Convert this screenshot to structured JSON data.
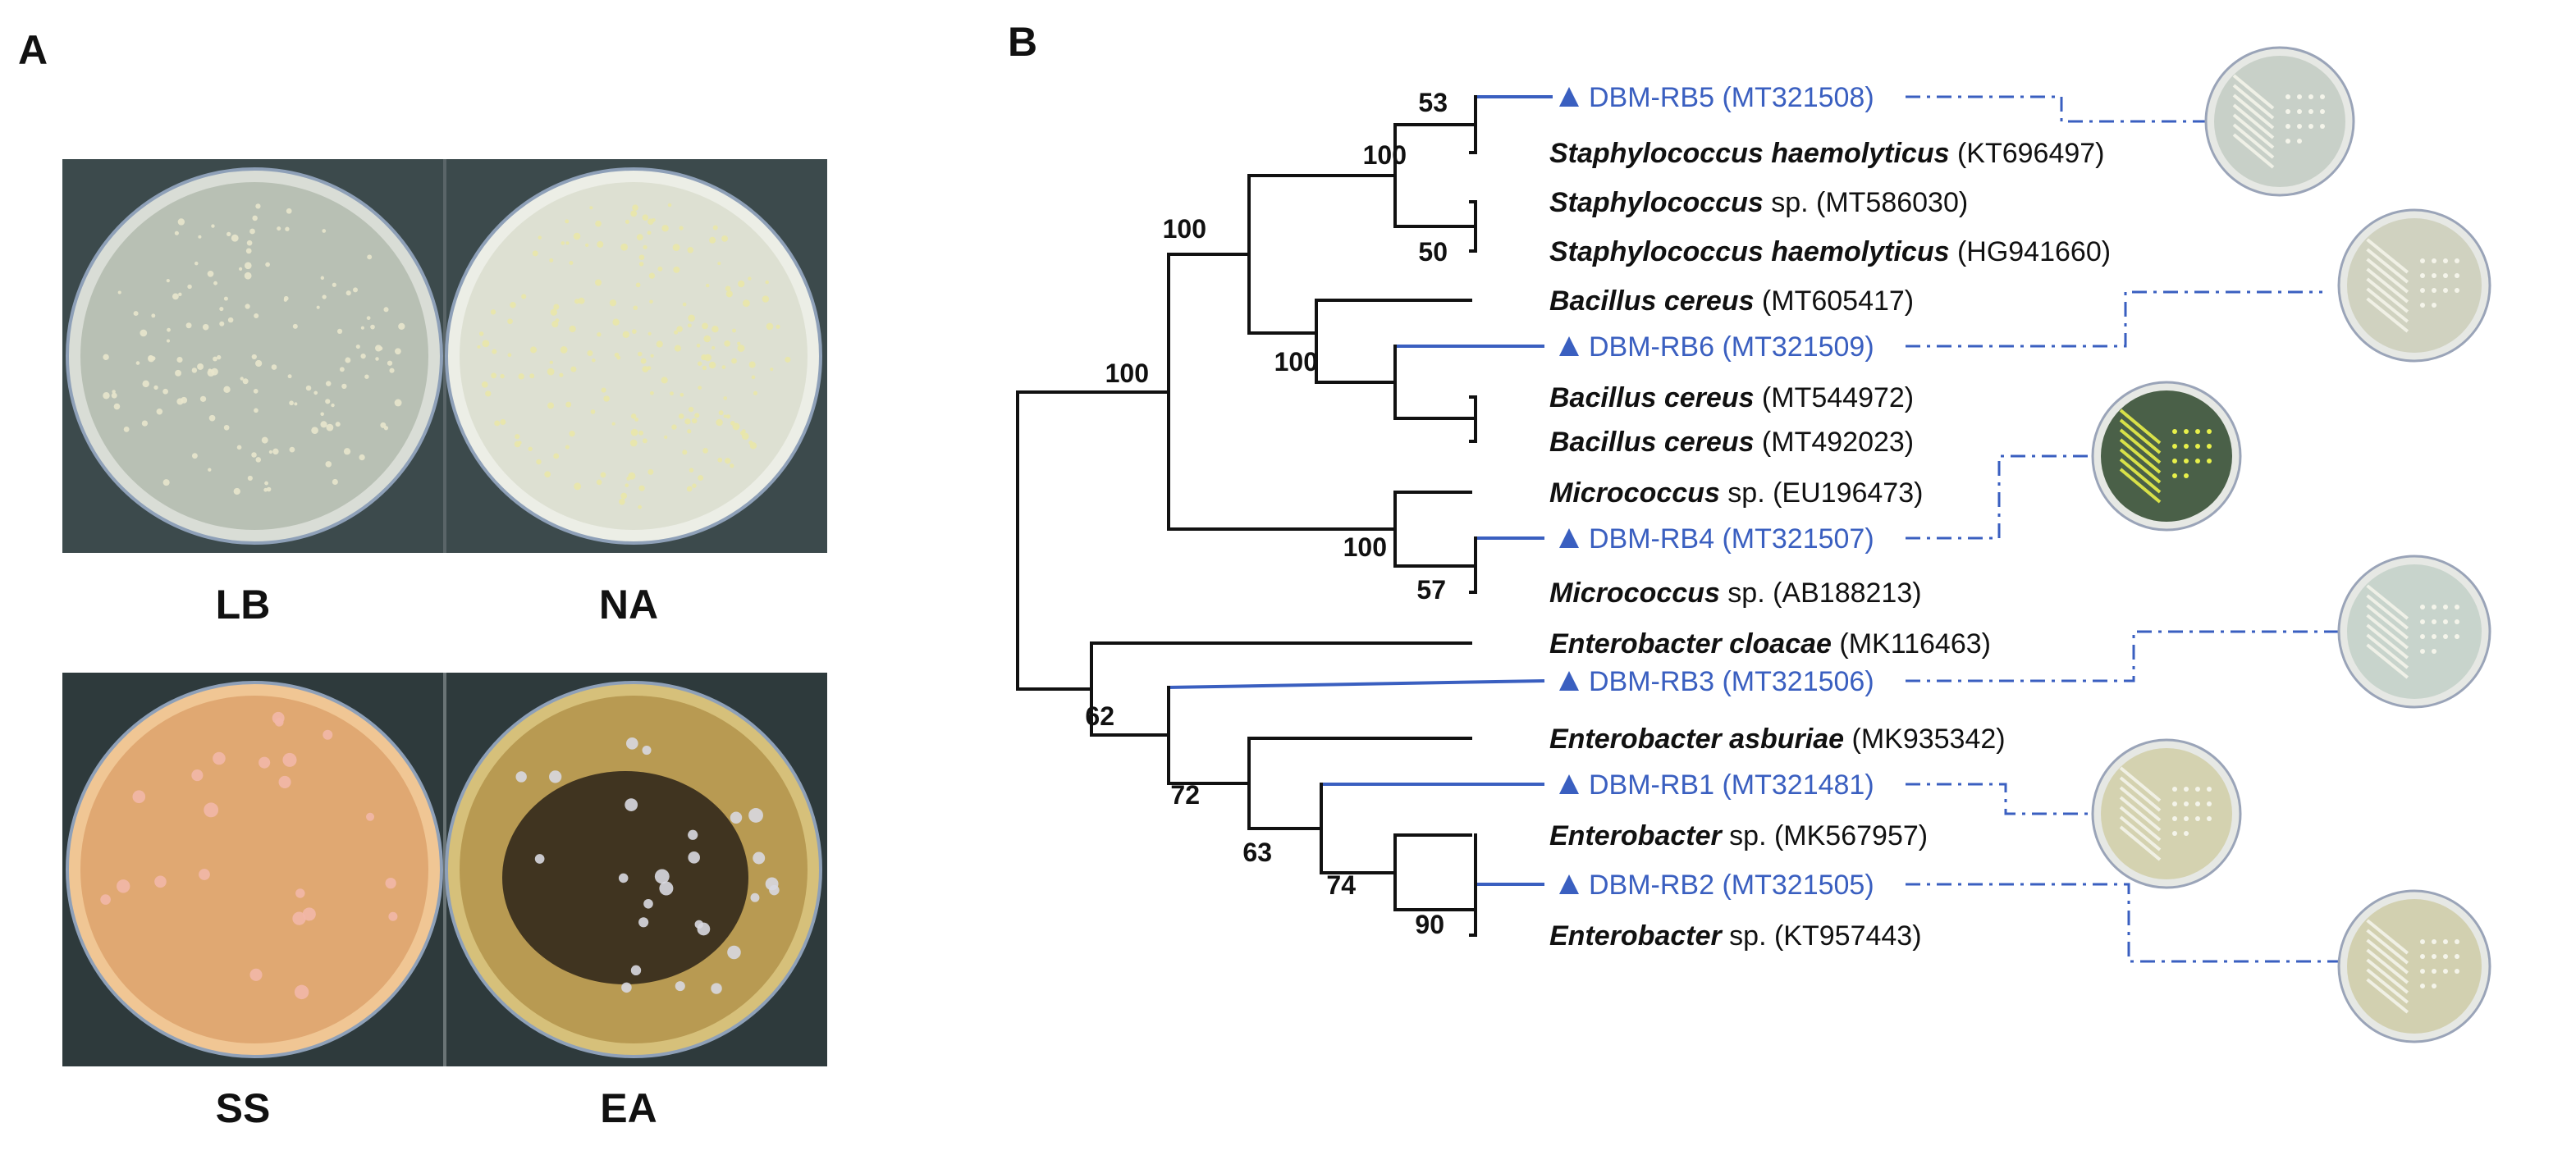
{
  "panel_a": {
    "letter": "A",
    "plates": [
      {
        "label": "LB",
        "medium_color": "#b8c0b4",
        "rim_color": "#d9ddd6",
        "colony_color": "#e8e6cc"
      },
      {
        "label": "NA",
        "medium_color": "#dde0d2",
        "rim_color": "#eceee6",
        "colony_color": "#e9e7a8"
      },
      {
        "label": "SS",
        "medium_color": "#e0a872",
        "rim_color": "#f0c694",
        "colony_color": "#f2b7a8"
      },
      {
        "label": "EA",
        "medium_color": "#b89a52",
        "rim_color": "#d6c07a",
        "colony_color": "#d8d8e0"
      }
    ]
  },
  "panel_b": {
    "letter": "B",
    "colors": {
      "tree_black": "#111111",
      "isolate_blue": "#3a5fc0",
      "branch_blue": "#3a5fc0"
    },
    "taxa": [
      {
        "genus": "",
        "species": "",
        "plain": "DBM-RB5 (MT321508)",
        "isolate": true
      },
      {
        "genus": "Staphylococcus",
        "species": "haemolyticus",
        "plain": "(KT696497)",
        "isolate": false
      },
      {
        "genus": "Staphylococcus",
        "species": "",
        "plain": "sp. (MT586030)",
        "isolate": false
      },
      {
        "genus": "Staphylococcus",
        "species": "haemolyticus",
        "plain": "(HG941660)",
        "isolate": false
      },
      {
        "genus": "Bacillus",
        "species": "cereus",
        "plain": "(MT605417)",
        "isolate": false
      },
      {
        "genus": "",
        "species": "",
        "plain": "DBM-RB6 (MT321509)",
        "isolate": true
      },
      {
        "genus": "Bacillus",
        "species": "cereus",
        "plain": "(MT544972)",
        "isolate": false
      },
      {
        "genus": "Bacillus",
        "species": "cereus",
        "plain": "(MT492023)",
        "isolate": false
      },
      {
        "genus": "Micrococcus",
        "species": "",
        "plain": "sp. (EU196473)",
        "isolate": false
      },
      {
        "genus": "",
        "species": "",
        "plain": "DBM-RB4 (MT321507)",
        "isolate": true
      },
      {
        "genus": "Micrococcus",
        "species": "",
        "plain": "sp. (AB188213)",
        "isolate": false
      },
      {
        "genus": "Enterobacter",
        "species": "cloacae",
        "plain": "(MK116463)",
        "isolate": false
      },
      {
        "genus": "",
        "species": "",
        "plain": "DBM-RB3 (MT321506)",
        "isolate": true
      },
      {
        "genus": "Enterobacter",
        "species": "asburiae",
        "plain": "(MK935342)",
        "isolate": false
      },
      {
        "genus": "",
        "species": "",
        "plain": "DBM-RB1 (MT321481)",
        "isolate": true
      },
      {
        "genus": "Enterobacter",
        "species": "",
        "plain": "sp. (MK567957)",
        "isolate": false
      },
      {
        "genus": "",
        "species": "",
        "plain": "DBM-RB2 (MT321505)",
        "isolate": true
      },
      {
        "genus": "Enterobacter",
        "species": "",
        "plain": "sp. (KT957443)",
        "isolate": false
      }
    ],
    "bootstrap": [
      "53",
      "100",
      "50",
      "100",
      "100",
      "100",
      "100",
      "57",
      "62",
      "72",
      "63",
      "74",
      "90"
    ]
  }
}
